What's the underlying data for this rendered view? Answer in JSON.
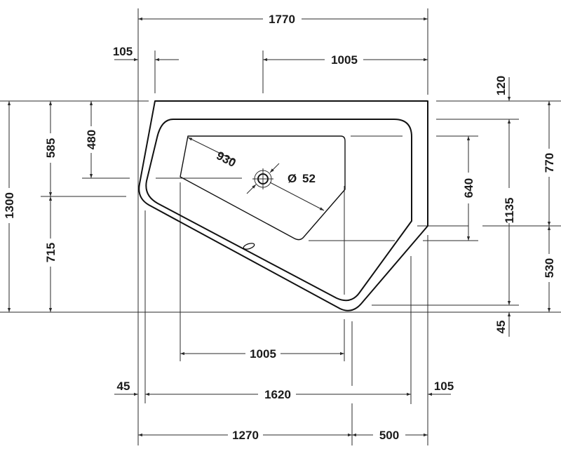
{
  "drawing": {
    "subject": "Corner bathtub plan view with dimensions",
    "units": "mm",
    "dimensions": {
      "overall_width": "1770",
      "top_left_offset": "105",
      "top_right_segment": "1005",
      "overall_height": "1300",
      "left_upper": "585",
      "left_lower": "715",
      "left_inner": "480",
      "right_top_offset": "120",
      "right_upper": "770",
      "right_lower": "530",
      "right_inner_1135": "1135",
      "right_inner_640": "640",
      "bottom_right_offset": "45",
      "basin_diagonal": "930",
      "drain_diameter": "52",
      "drain_diameter_symbol": "Ø",
      "bottom_inner": "1005",
      "bottom_left_offset": "45",
      "bottom_mid": "1620",
      "bottom_right_offset_2": "105",
      "bottom_left_total": "1270",
      "bottom_right_total": "500"
    }
  }
}
